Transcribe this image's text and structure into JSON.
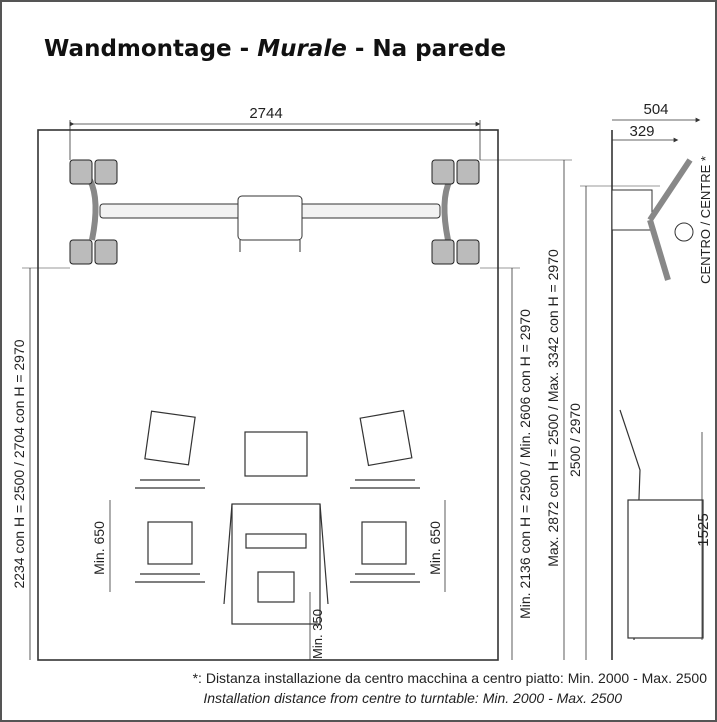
{
  "title": {
    "part1": "Wandmontage - ",
    "part2": "Murale",
    "part3": " - Na parede"
  },
  "front_view": {
    "width_dim": "2744",
    "left_height_dim": "2234 con H = 2500   /   2704 con H = 2970",
    "right_dim_min": "Min. 2136 con H = 2500  /  Min. 2606 con H = 2970",
    "right_dim_max": "Max. 2872 con H = 2500   /   Max. 3342 con H = 2970",
    "min_650_left": "Min. 650",
    "min_650_right": "Min. 650",
    "min_350": "Min. 350"
  },
  "side_view": {
    "dim_504": "504",
    "dim_329": "329",
    "height_dim": "2500 / 2970",
    "centre_label": "CENTRO / CENTRE *",
    "dim_1525": "1525"
  },
  "footnote": {
    "line1": "*: Distanza installazione da centro macchina a centro piatto: Min. 2000 - Max. 2500",
    "line2": "Installation distance from centre to turntable: Min. 2000 - Max. 2500"
  }
}
